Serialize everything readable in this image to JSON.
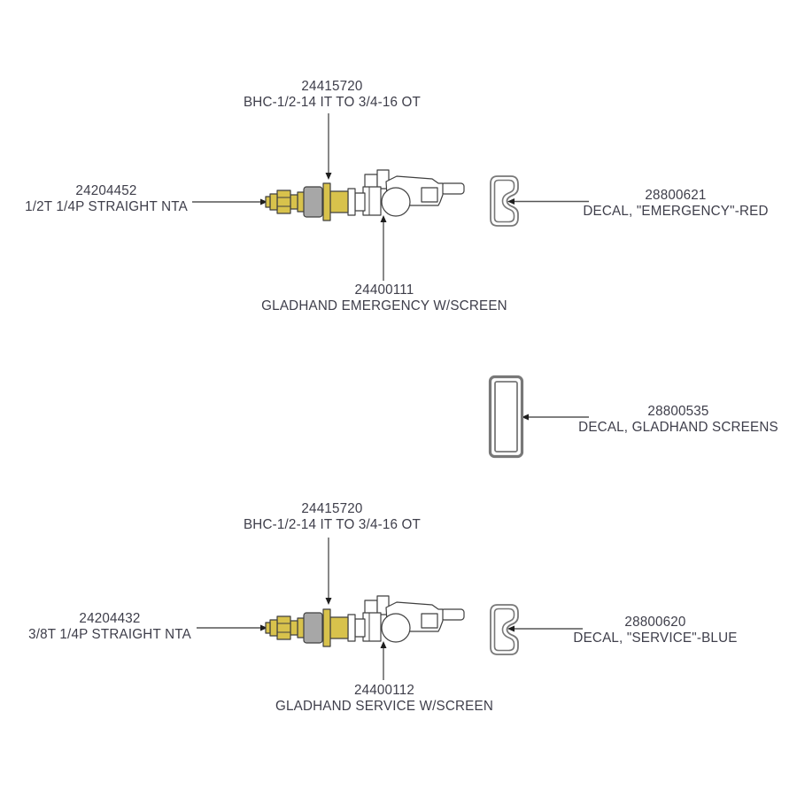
{
  "colors": {
    "bg": "#ffffff",
    "text": "#3e3e4a",
    "line": "#3f3f3f",
    "leader": "#555555",
    "arrowhead": "#1e1e1e",
    "brass": "#d8c24c",
    "collar_gray": "#a7a7a7",
    "decal_outline": "#787878"
  },
  "callouts": {
    "top_adapter": {
      "part_number": "24415720",
      "description": "BHC-1/2-14 IT TO 3/4-16 OT"
    },
    "top_fitting": {
      "part_number": "24204452",
      "description": "1/2T 1/4P STRAIGHT NTA"
    },
    "top_decal": {
      "part_number": "28800621",
      "description": "DECAL, \"EMERGENCY\"-RED"
    },
    "top_gladhand": {
      "part_number": "24400111",
      "description": "GLADHAND EMERGENCY W/SCREEN"
    },
    "mid_decal": {
      "part_number": "28800535",
      "description": "DECAL, GLADHAND SCREENS"
    },
    "bottom_adapter": {
      "part_number": "24415720",
      "description": "BHC-1/2-14 IT TO 3/4-16 OT"
    },
    "bottom_fitting": {
      "part_number": "24204432",
      "description": "3/8T 1/4P STRAIGHT NTA"
    },
    "bottom_decal": {
      "part_number": "28800620",
      "description": "DECAL, \"SERVICE\"-BLUE"
    },
    "bottom_gladhand": {
      "part_number": "24400112",
      "description": "GLADHAND SERVICE W/SCREEN"
    }
  }
}
